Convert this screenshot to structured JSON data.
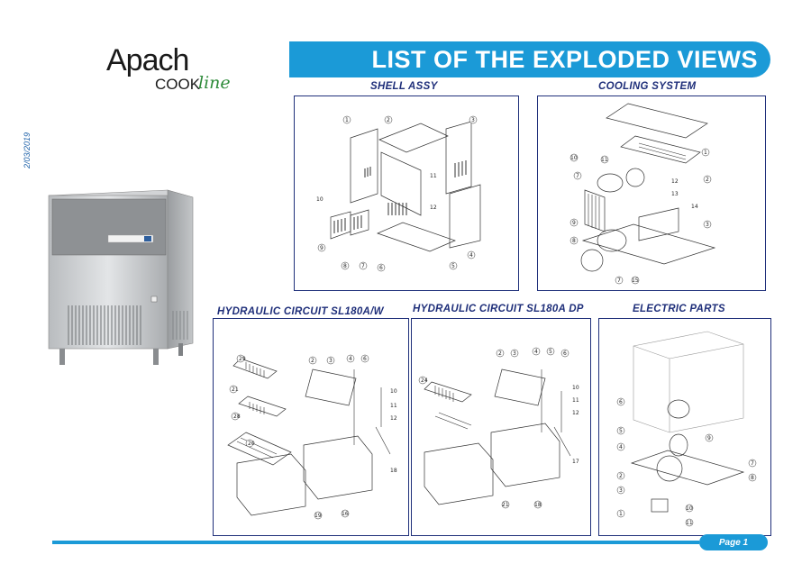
{
  "logo": {
    "brand": "Apach",
    "sub1": "COOK",
    "sub2": "line"
  },
  "header": {
    "title": "LIST OF THE EXPLODED VIEWS"
  },
  "date": "2/03/2019",
  "sections": {
    "shell": {
      "title": "SHELL ASSY"
    },
    "cooling": {
      "title": "COOLING SYSTEM"
    },
    "hydraulic_w": {
      "title": "HYDRAULIC CIRCUIT SL180A/W"
    },
    "hydraulic_dp": {
      "title": "HYDRAULIC CIRCUIT SL180A DP"
    },
    "electric": {
      "title": "ELECTRIC PARTS"
    }
  },
  "footer": {
    "page": "Page 1"
  },
  "colors": {
    "accent": "#1b9ad7",
    "frame": "#1f2f7a",
    "brand_green": "#2e8b3a"
  }
}
